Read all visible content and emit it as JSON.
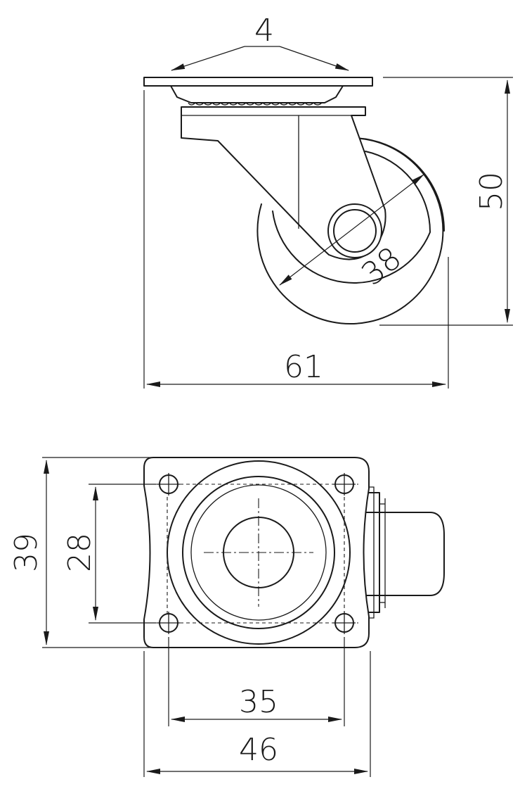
{
  "drawing": {
    "side_view": {
      "dimensions": {
        "plate_thickness": "4",
        "height": "50",
        "wheel_diameter": "38",
        "offset_length": "61"
      }
    },
    "top_view": {
      "dimensions": {
        "plate_height": "39",
        "hole_spacing_vertical": "28",
        "hole_spacing_horizontal": "35",
        "plate_width": "46"
      }
    }
  }
}
